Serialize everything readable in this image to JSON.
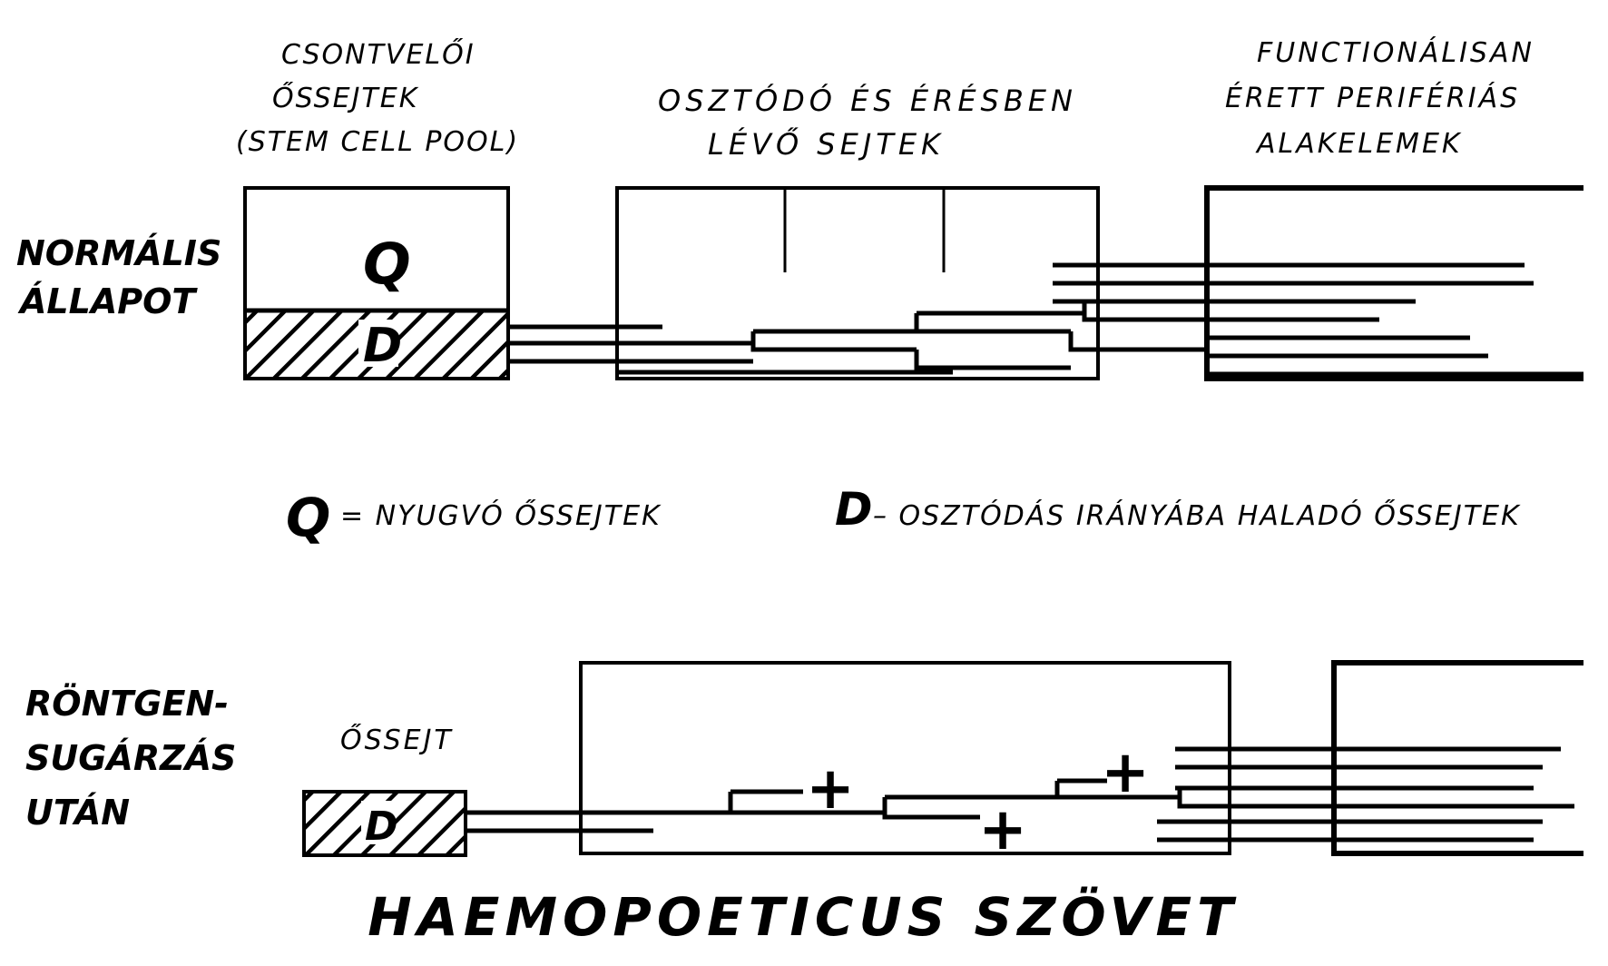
{
  "headers": {
    "stem_cells": [
      "CSONTVELŐI",
      "ŐSSEJTEK",
      "(STEM CELL POOL)"
    ],
    "dividing_cells": [
      "OSZTÓDÓ ÉS ÉRÉSBEN",
      "LÉVŐ SEJTEK"
    ],
    "peripheral": [
      "FUNCTIONÁLISAN",
      "ÉRETT PERIFÉRIÁS",
      "ALAKELEMEK"
    ]
  },
  "rows": {
    "normal": [
      "NORMÁLIS",
      "ÁLLAPOT"
    ],
    "xray": [
      "RÖNTGEN-",
      "SUGÁRZÁS",
      "UTÁN"
    ]
  },
  "box_labels": {
    "q": "Q",
    "d": "D",
    "d_small": "D",
    "stem_cell": "ŐSSEJT"
  },
  "legend": {
    "q_symbol": "Q",
    "q_text": "= NYUGVÓ ŐSSEJTEK",
    "d_symbol": "D",
    "d_text": "– OSZTÓDÁS IRÁNYÁBA HALADÓ ŐSSEJTEK"
  },
  "damage_marker": "+",
  "title": "HAEMOPOETICUS SZÖVET"
}
